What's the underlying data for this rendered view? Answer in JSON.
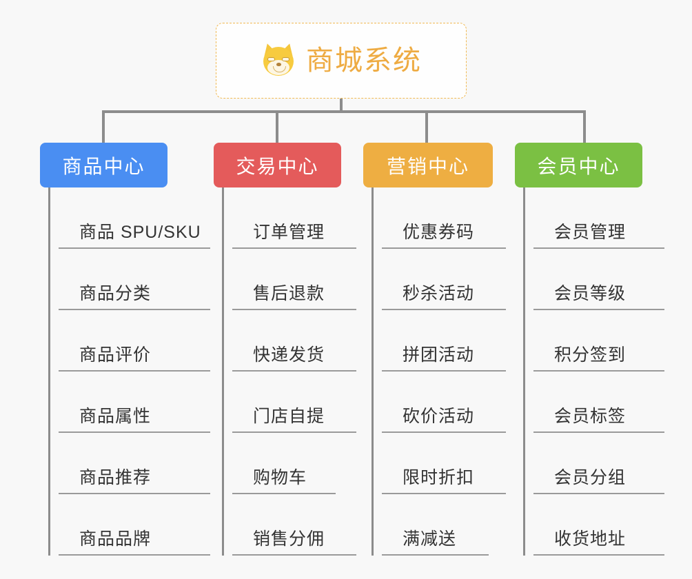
{
  "root": {
    "title": "商城系统",
    "icon": "shiba-inu-dog-face-icon",
    "border_color": "#f0b952",
    "text_color": "#eeab42"
  },
  "canvas": {
    "background": "#f8f8f8",
    "connector_color": "#8c8c8c"
  },
  "branches": [
    {
      "id": "product-center",
      "label": "商品中心",
      "color": "#4a8ef2",
      "items": [
        "商品 SPU/SKU",
        "商品分类",
        "商品评价",
        "商品属性",
        "商品推荐",
        "商品品牌"
      ]
    },
    {
      "id": "trade-center",
      "label": "交易中心",
      "color": "#e45b5b",
      "items": [
        "订单管理",
        "售后退款",
        "快递发货",
        "门店自提",
        "购物车",
        "销售分佣"
      ]
    },
    {
      "id": "marketing-center",
      "label": "营销中心",
      "color": "#eeae42",
      "items": [
        "优惠券码",
        "秒杀活动",
        "拼团活动",
        "砍价活动",
        "限时折扣",
        "满减送"
      ]
    },
    {
      "id": "member-center",
      "label": "会员中心",
      "color": "#7bc043",
      "items": [
        "会员管理",
        "会员等级",
        "积分签到",
        "会员标签",
        "会员分组",
        "收货地址"
      ]
    }
  ]
}
